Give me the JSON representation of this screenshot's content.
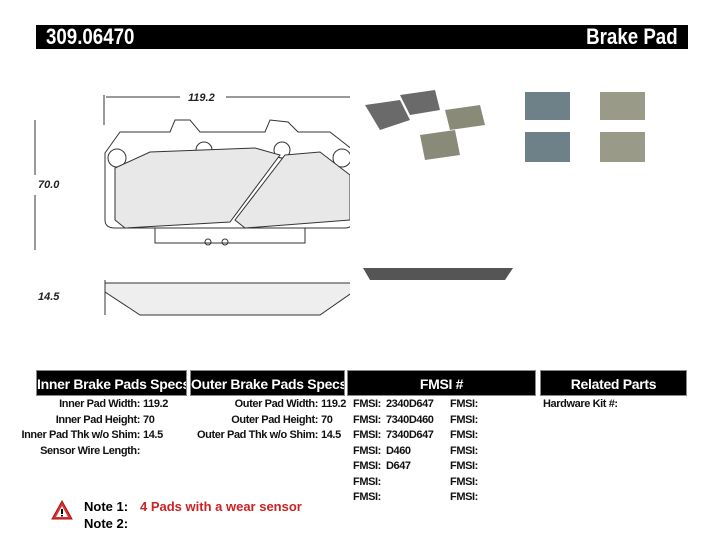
{
  "header": {
    "part_number": "309.06470",
    "product_type": "Brake Pad"
  },
  "drawing": {
    "width_dim": "119.2",
    "height_dim": "70.0",
    "thickness_dim": "14.5"
  },
  "tables": {
    "inner": {
      "title": "Inner Brake Pads Specs",
      "rows": [
        {
          "label": "Inner Pad Width:",
          "value": "119.2"
        },
        {
          "label": "Inner Pad Height:",
          "value": "70"
        },
        {
          "label": "Inner Pad Thk w/o Shim:",
          "value": "14.5"
        },
        {
          "label": "Sensor Wire Length:",
          "value": ""
        }
      ]
    },
    "outer": {
      "title": "Outer Brake Pads Specs",
      "rows": [
        {
          "label": "Outer Pad Width:",
          "value": "119.2"
        },
        {
          "label": "Outer Pad Height:",
          "value": "70"
        },
        {
          "label": "Outer Pad Thk w/o Shim:",
          "value": "14.5"
        }
      ]
    },
    "fmsi": {
      "title": "FMSI #",
      "label": "FMSI:",
      "col1": [
        "2340D647",
        "7340D460",
        "7340D647",
        "D460",
        "D647",
        "",
        ""
      ],
      "col2": [
        "",
        "",
        "",
        "",
        "",
        "",
        ""
      ]
    },
    "related": {
      "title": "Related Parts",
      "rows": [
        {
          "label": "Hardware Kit #:",
          "value": ""
        }
      ]
    }
  },
  "notes": {
    "note1_label": "Note 1:",
    "note1_text": "4 Pads with a wear sensor",
    "note2_label": "Note 2:",
    "note2_text": "",
    "warning_color": "#cc2222",
    "icon": "warning-triangle-icon"
  }
}
